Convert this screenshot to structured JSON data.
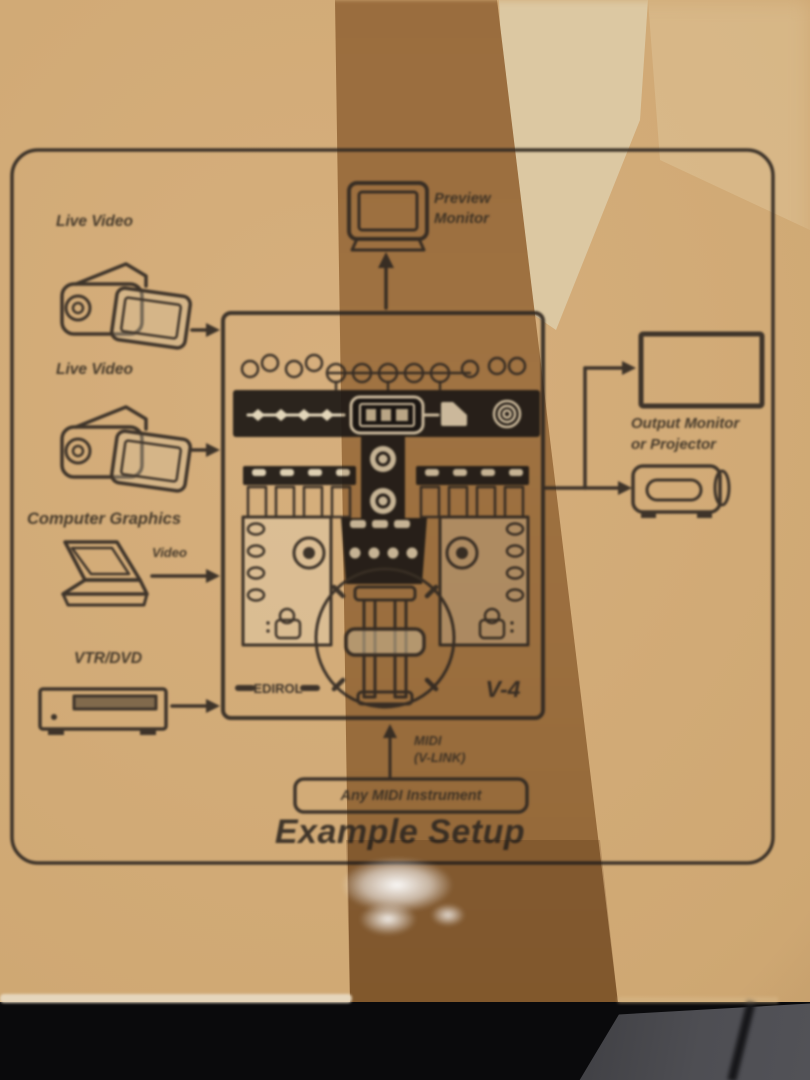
{
  "colors": {
    "cardboard": "#cfa873",
    "tape": "#ad8050",
    "flap-light": "#dcc8a2",
    "ink": "#3e342a",
    "panel-dark": "#2b241d",
    "cream": "#ddcfae",
    "floor": "#0a0a0c",
    "carpet": "#4b4b50"
  },
  "diagram": {
    "title": "Example Setup",
    "inputs": [
      {
        "label": "Live Video"
      },
      {
        "label": "Live Video"
      },
      {
        "label": "Computer Graphics",
        "connection_label": "Video"
      },
      {
        "label": "VTR/DVD"
      }
    ],
    "preview_monitor": {
      "line1": "Preview",
      "line2": "Monitor"
    },
    "output_monitor": {
      "line1": "Output Monitor",
      "line2": "or Projector"
    },
    "midi": {
      "line1": "MIDI",
      "line2": "(V-LINK)",
      "instrument": "Any MIDI Instrument"
    },
    "mixer": {
      "brand": "EDIROL",
      "model": "V-4"
    }
  }
}
